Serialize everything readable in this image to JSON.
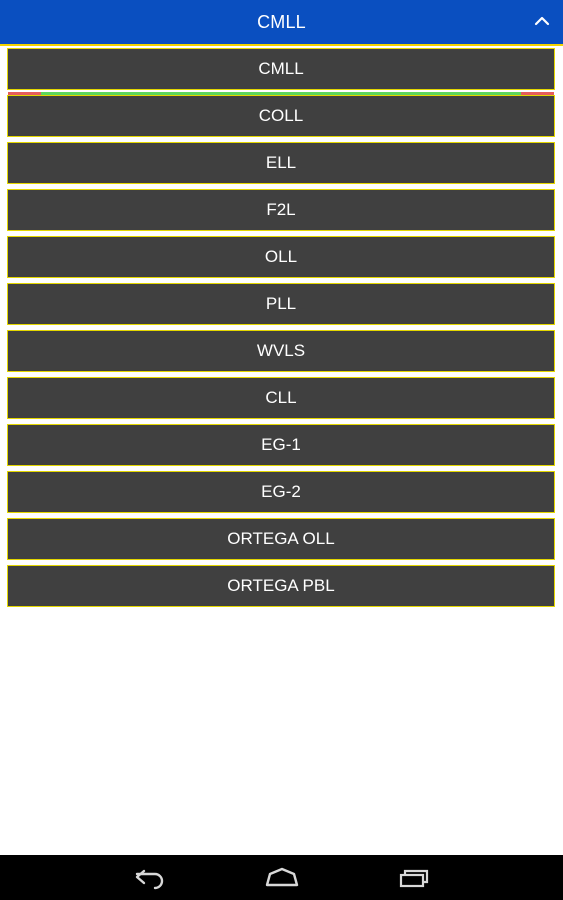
{
  "header": {
    "title": "CMLL",
    "collapse_icon": "chevron-up-icon"
  },
  "menu": {
    "items": [
      "CMLL",
      "COLL",
      "ELL",
      "F2L",
      "OLL",
      "PLL",
      "WVLS",
      "CLL",
      "EG-1",
      "EG-2",
      "ORTEGA OLL",
      "ORTEGA PBL"
    ]
  },
  "navbar": {
    "back_icon": "back-icon",
    "home_icon": "home-icon",
    "recents_icon": "recent-apps-icon"
  },
  "colors": {
    "header_bg": "#0A4FC0",
    "item_bg": "#404040",
    "item_border": "#E3D600",
    "navbar_bg": "#000000"
  }
}
